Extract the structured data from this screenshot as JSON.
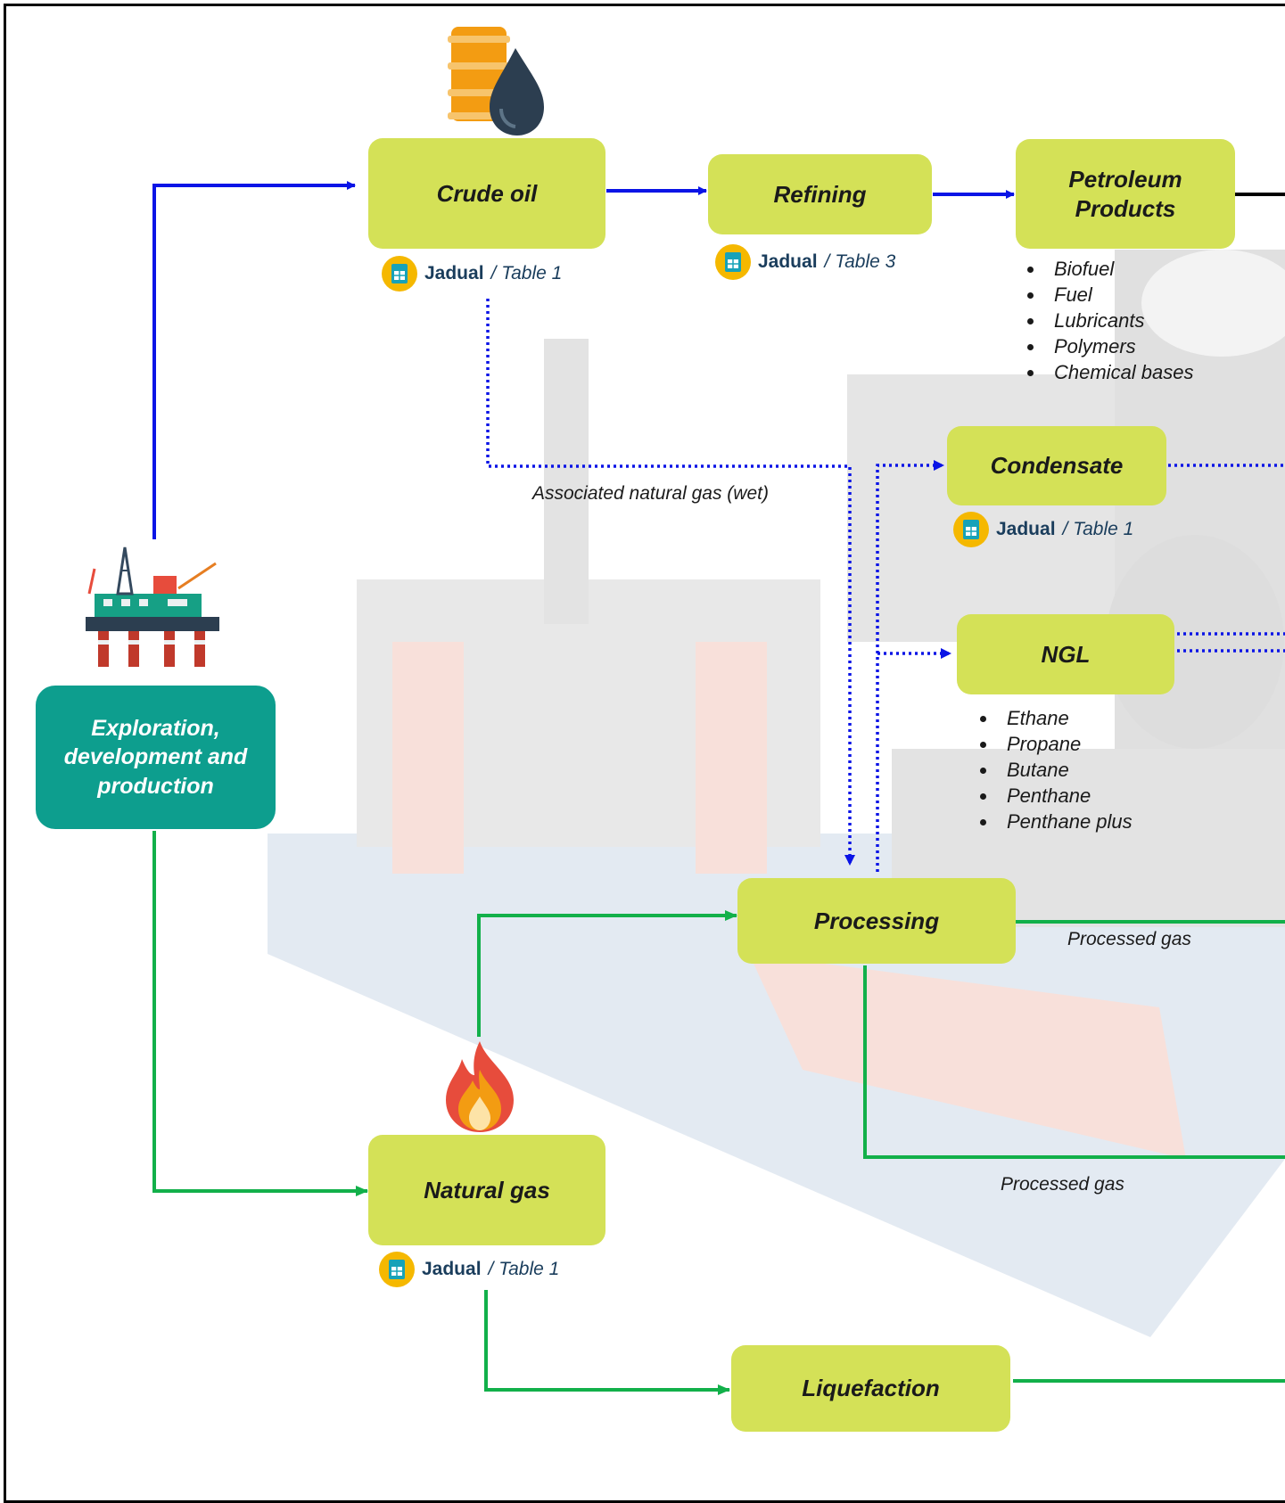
{
  "boxes": {
    "exploration": "Exploration, development and production",
    "crude_oil": "Crude oil",
    "refining": "Refining",
    "petroleum_products": "Petroleum Products",
    "condensate": "Condensate",
    "ngl": "NGL",
    "processing": "Processing",
    "natural_gas": "Natural gas",
    "liquefaction": "Liquefaction"
  },
  "table_refs": {
    "crude_oil": {
      "jadual": "Jadual",
      "table": "/ Table 1"
    },
    "refining": {
      "jadual": "Jadual",
      "table": "/ Table 3"
    },
    "condensate": {
      "jadual": "Jadual",
      "table": "/ Table 1"
    },
    "natural_gas": {
      "jadual": "Jadual",
      "table": "/ Table 1"
    }
  },
  "petroleum_products_list": [
    "Biofuel",
    "Fuel",
    "Lubricants",
    "Polymers",
    "Chemical bases"
  ],
  "ngl_list": [
    "Ethane",
    "Propane",
    "Butane",
    "Penthane",
    "Penthane plus"
  ],
  "labels": {
    "associated_gas": "Associated  natural gas (wet)",
    "processed_gas_1": "Processed gas",
    "processed_gas_2": "Processed gas"
  },
  "colors": {
    "oil_flow": "#0a14e6",
    "gas_flow": "#12b04a",
    "box_fill": "#d4e157",
    "start_box_fill": "#0d9e8e",
    "table_icon": "#f5b800"
  },
  "icons": [
    "oil-barrel-drop-icon",
    "oil-platform-icon",
    "flame-icon",
    "spreadsheet-icon"
  ]
}
